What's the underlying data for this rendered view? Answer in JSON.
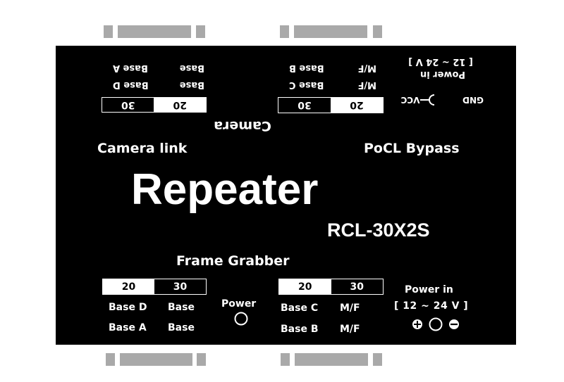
{
  "title": "Repeater",
  "model": "RCL-30X2S",
  "camera_link_label": "Camera link",
  "pocl_bypass_label": "PoCL Bypass",
  "camera_label": "Camera",
  "frame_grabber_label": "Frame Grabber",
  "power_label": "Power",
  "top_left": {
    "row1_left": "Base",
    "row1_right": "Base A",
    "row2_left": "Base",
    "row2_right": "Base D",
    "box_left": "30",
    "box_right": "20"
  },
  "top_right": {
    "row1_left": "M/F",
    "row1_right": "Base B",
    "row2_left": "M/F",
    "row2_right": "Base C",
    "box_left": "30",
    "box_right": "20"
  },
  "top_power": {
    "line1": "[ 12 ~ 24 V ]",
    "line2": "Power in",
    "gnd": "GND",
    "vcc": "VCC"
  },
  "bottom_left": {
    "box_left": "20",
    "box_right": "30",
    "row1_left": "Base D",
    "row1_right": "Base",
    "row2_left": "Base A",
    "row2_right": "Base"
  },
  "bottom_right": {
    "box_left": "20",
    "box_right": "30",
    "row1_left": "Base C",
    "row1_right": "M/F",
    "row2_left": "Base B",
    "row2_right": "M/F"
  },
  "bottom_power": {
    "line1": "Power in",
    "line2": "[ 12 ~ 24 V ]"
  },
  "colors": {
    "panel": "#000000",
    "connector": "#a9a9a9",
    "text": "#ffffff"
  }
}
